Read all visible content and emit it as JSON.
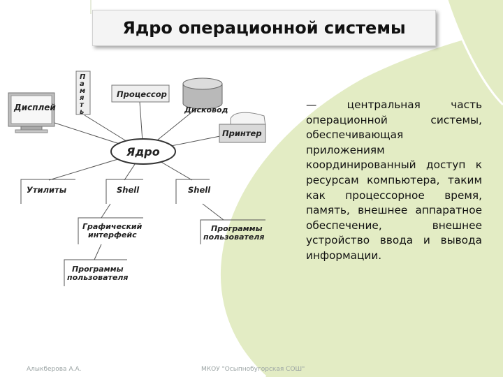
{
  "title": "Ядро операционной системы",
  "diagram": {
    "kernel": "Ядро",
    "display": "Дисплей",
    "memory": [
      "П",
      "а",
      "м",
      "я",
      "т",
      "ь"
    ],
    "processor": "Процессор",
    "disk": "Дисковод",
    "printer": "Принтер",
    "utilities": "Утилиты",
    "shell_left": "Shell",
    "shell_right": "Shell",
    "gui": [
      "Графический",
      "интерфейс"
    ],
    "user_programs_right": [
      "Программы",
      "пользователя"
    ],
    "user_programs_left": [
      "Программы",
      "пользователя"
    ]
  },
  "description": "— центральная часть операционной системы, обеспечивающая приложениям координированный доступ к ресурсам компьютера, таким как процессорное время, память, внешнее аппаратное обеспечение, внешнее устройство ввода и вывода информации.",
  "footer": {
    "author": "Алыкберова А.А.",
    "school": "МКОУ \"Осыпнобугорская СОШ\""
  },
  "colors": {
    "accent_green": "#e3ecc4",
    "box_fill": "#efefef"
  }
}
